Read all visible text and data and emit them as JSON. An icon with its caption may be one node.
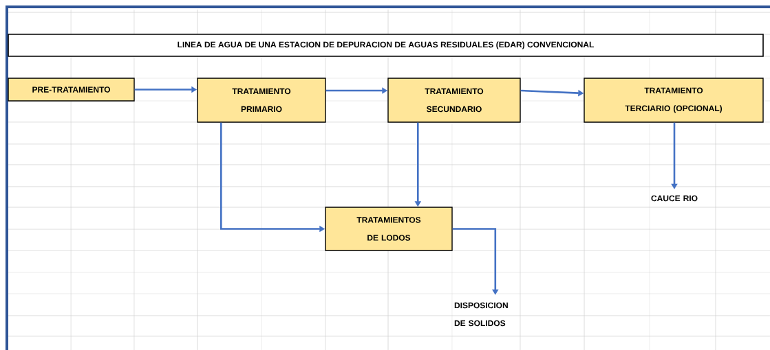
{
  "diagram": {
    "title": "LINEA DE AGUA DE UNA ESTACION DE DEPURACION DE AGUAS RESIDUALES (EDAR) CONVENCIONAL",
    "nodes": [
      {
        "text": [
          "PRE-TRATAMIENTO"
        ]
      },
      {
        "text": [
          "TRATAMIENTO PRIMARIO"
        ]
      },
      {
        "text": [
          "TRATAMIENTO SECUNDARIO"
        ]
      },
      {
        "text": [
          "TRATAMIENTO TERCIARIO (OPCIONAL)"
        ]
      },
      {
        "text": [
          "TRATAMIENTOS DE LODOS"
        ]
      },
      {
        "text": [
          "CAUCE RIO"
        ]
      },
      {
        "text": [
          "DISPOSICION DE SOLIDOS"
        ]
      }
    ],
    "edges": [
      {
        "from": 0,
        "to": 1,
        "arrow": "to"
      },
      {
        "from": 1,
        "to": 2,
        "arrow": "to"
      },
      {
        "from": 2,
        "to": 3,
        "arrow": "to"
      },
      {
        "from": 1,
        "to": 4,
        "arrow": "to"
      },
      {
        "from": 2,
        "to": 4,
        "arrow": "to"
      },
      {
        "from": 3,
        "to": 5,
        "arrow": "to"
      },
      {
        "from": 4,
        "to": 6,
        "arrow": "to"
      }
    ]
  }
}
